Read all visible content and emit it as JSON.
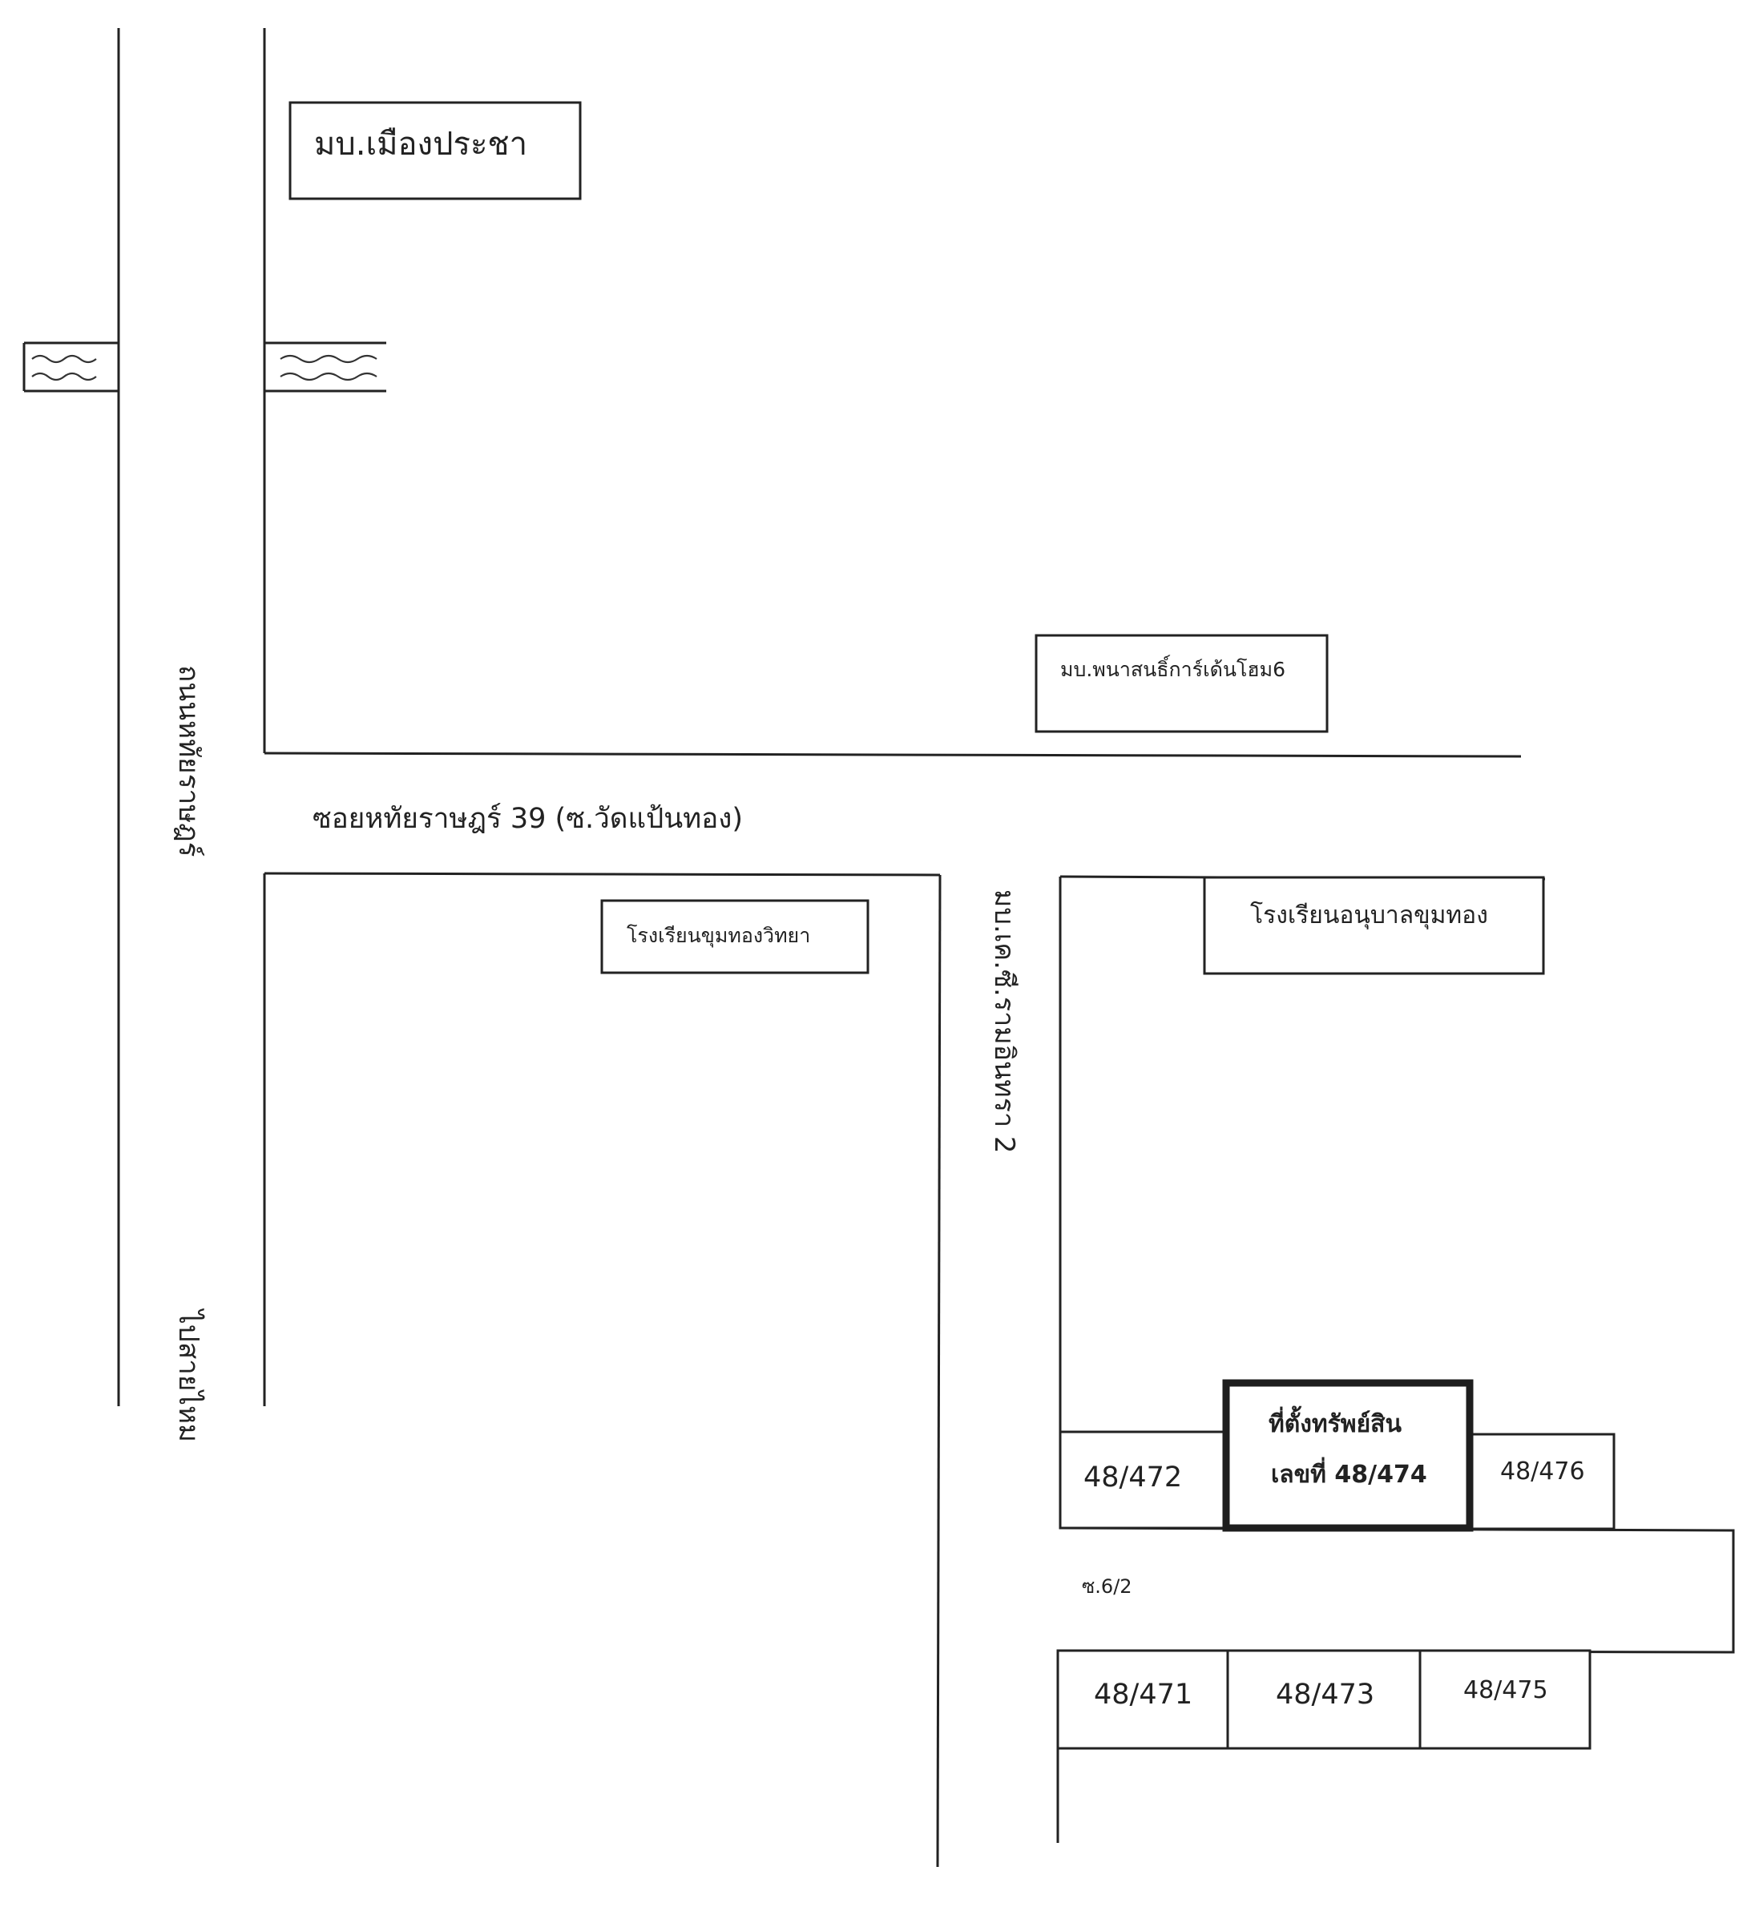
{
  "labels": {
    "village_mueang_pracha": "มบ.เมืองประชา",
    "village_panasan": "มบ.พนาสนธิ์การ์เด้นโฮม6",
    "soi_main": "ซอยหทัยราษฎร์ 39 (ซ.วัดแป้นทอง)",
    "road_hathai_north": "ถนนหทัยราษฎร์",
    "road_hathai_south": "ไปสายไหม",
    "school_khumthong_witthaya": "โรงเรียนขุมทองวิทยา",
    "school_anuban_khumthong": "โรงเรียนอนุบาลขุมทอง",
    "village_side_road": "มบ.เค.ซี.รามอินทรา 2",
    "property_line1": "ที่ตั้งทรัพย์สิน",
    "property_line2": "เลขที่ 48/474",
    "lot_48_472": "48/472",
    "lot_48_476": "48/476",
    "lot_48_471": "48/471",
    "lot_48_473": "48/473",
    "lot_48_475": "48/475",
    "soi_6_2": "ซ.6/2"
  }
}
